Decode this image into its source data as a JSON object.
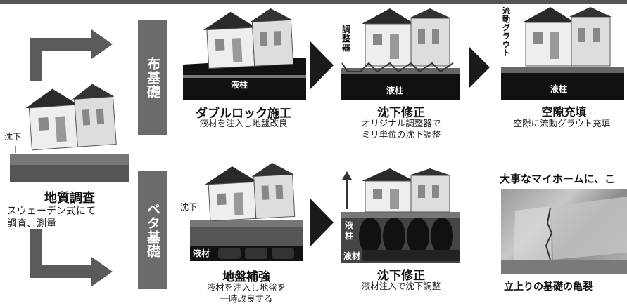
{
  "left": {
    "survey_title": "地質調査",
    "survey_desc_1": "スウェーデン式にて",
    "survey_desc_2": "調査、測量",
    "sink_label": "沈下"
  },
  "nuno": {
    "label": "布基礎",
    "step1_title": "ダブルロック施工",
    "step1_desc": "液材を注入し地盤改良",
    "step1_tag": "液柱",
    "step2_title": "沈下修正",
    "step2_desc_1": "オリジナル調整器で",
    "step2_desc_2": "ミリ単位の沈下調整",
    "step2_tag": "液柱",
    "step2_side": "調整器",
    "step3_title": "空隙充填",
    "step3_desc": "空隙に流動グラウト充填",
    "step3_tag": "液柱",
    "step3_side": "流動グラウト"
  },
  "beta": {
    "label": "ベタ基礎",
    "step1_title": "地盤補強",
    "step1_desc_1": "液材を注入し地盤を",
    "step1_desc_2": "一時改良する",
    "step1_tag": "液材",
    "step1_sink": "沈下",
    "step2_title": "沈下修正",
    "step2_desc": "液材注入で沈下調整",
    "step2_tag_col": "液柱",
    "step2_tag_mat": "液材"
  },
  "photo_panel": {
    "headline": "大事なマイホームに、こ",
    "caption": "立上りの基礎の亀裂"
  }
}
